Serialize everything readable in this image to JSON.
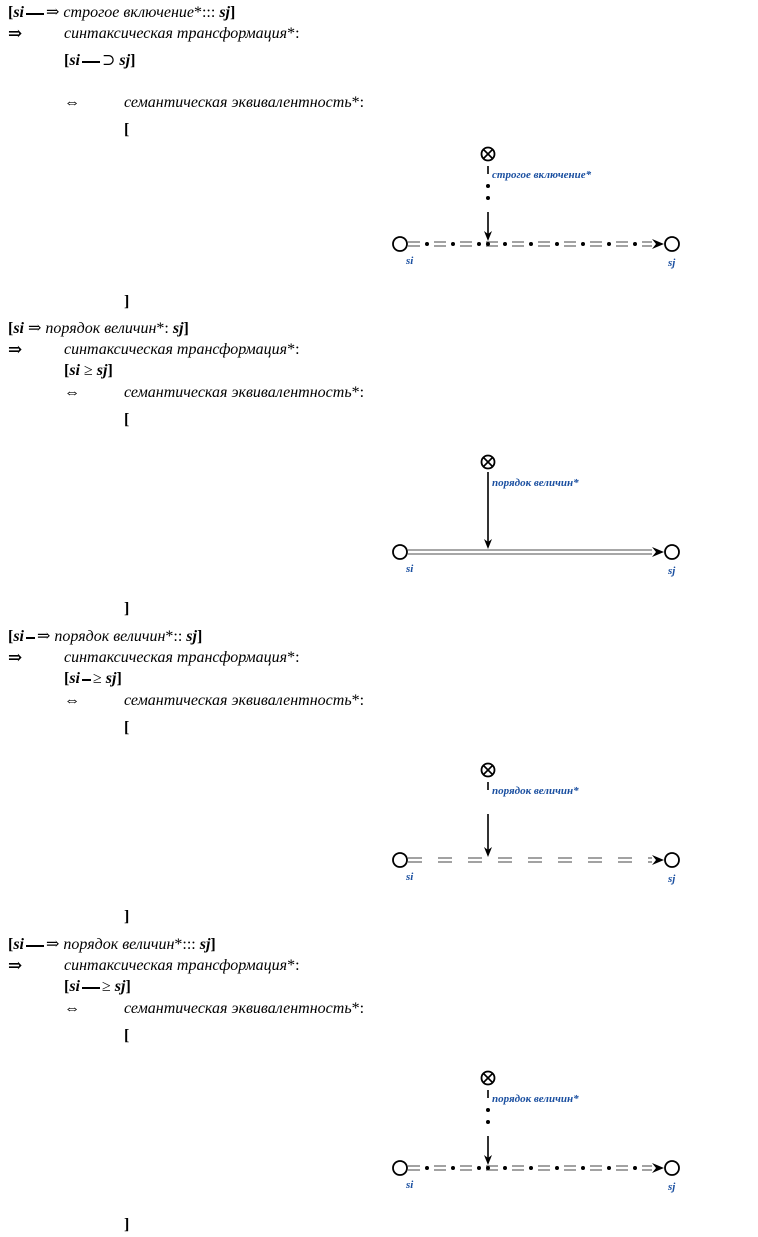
{
  "colors": {
    "text": "#000000",
    "node_label": "#1a4fa0",
    "arc": "#000000",
    "double_line": "#8a8a8a"
  },
  "blocks": [
    {
      "id": "b1",
      "header": {
        "open": "[",
        "left": "si",
        "arrow": "⇒",
        "relation": "строгое включение",
        "star": "*",
        "colons": ":::",
        "right": "sj",
        "close": "]"
      },
      "transform_arrow": "⇒",
      "transform_label": "синтаксическая трансформация",
      "transform_star": "*:",
      "formula": {
        "open": "[",
        "left": "si",
        "op": "⊃",
        "right": "sj",
        "close": "]"
      },
      "equiv_arrow": "⇔",
      "equiv_label": "семантическая эквивалентность",
      "equiv_star": "*:",
      "open_bracket": "[",
      "close_bracket": "]",
      "diagram": {
        "relation_label": "строгое включение*",
        "from_label": "si",
        "to_label": "sj",
        "arc_style": "dot-dash"
      }
    },
    {
      "id": "b2",
      "header": {
        "open": "[",
        "left": "si",
        "arrow": "⇒",
        "relation": "порядок величин",
        "star": "*",
        "colons": ":",
        "right": "sj",
        "close": "]"
      },
      "transform_arrow": "⇒",
      "transform_label": "синтаксическая трансформация",
      "transform_star": "*:",
      "formula": {
        "open": "[",
        "left": "si",
        "op": "≥",
        "right": "sj",
        "close": "]"
      },
      "equiv_arrow": "⇔",
      "equiv_label": "семантическая эквивалентность",
      "equiv_star": "*:",
      "open_bracket": "[",
      "close_bracket": "]",
      "diagram": {
        "relation_label": "порядок величин*",
        "from_label": "si",
        "to_label": "sj",
        "arc_style": "solid"
      }
    },
    {
      "id": "b3",
      "header": {
        "open": "[",
        "left": "si",
        "arrow": "⇒",
        "relation": "порядок величин",
        "star": "*",
        "colons": "::",
        "right": "sj",
        "close": "]"
      },
      "transform_arrow": "⇒",
      "transform_label": "синтаксическая трансформация",
      "transform_star": "*:",
      "formula": {
        "open": "[",
        "left": "si",
        "op": "≥",
        "right": "sj",
        "close": "]"
      },
      "equiv_arrow": "⇔",
      "equiv_label": "семантическая эквивалентность",
      "equiv_star": "*:",
      "open_bracket": "[",
      "close_bracket": "]",
      "diagram": {
        "relation_label": "порядок величин*",
        "from_label": "si",
        "to_label": "sj",
        "arc_style": "dashed"
      }
    },
    {
      "id": "b4",
      "header": {
        "open": "[",
        "left": "si",
        "arrow": "⇒",
        "relation": "порядок величин",
        "star": "*",
        "colons": ":::",
        "right": "sj",
        "close": "]"
      },
      "transform_arrow": "⇒",
      "transform_label": "синтаксическая трансформация",
      "transform_star": "*:",
      "formula": {
        "open": "[",
        "left": "si",
        "op": "≥",
        "right": "sj",
        "close": "]"
      },
      "equiv_arrow": "⇔",
      "equiv_label": "семантическая эквивалентность",
      "equiv_star": "*:",
      "open_bracket": "[",
      "close_bracket": "]",
      "diagram": {
        "relation_label": "порядок величин*",
        "from_label": "si",
        "to_label": "sj",
        "arc_style": "dot-dash"
      }
    }
  ]
}
